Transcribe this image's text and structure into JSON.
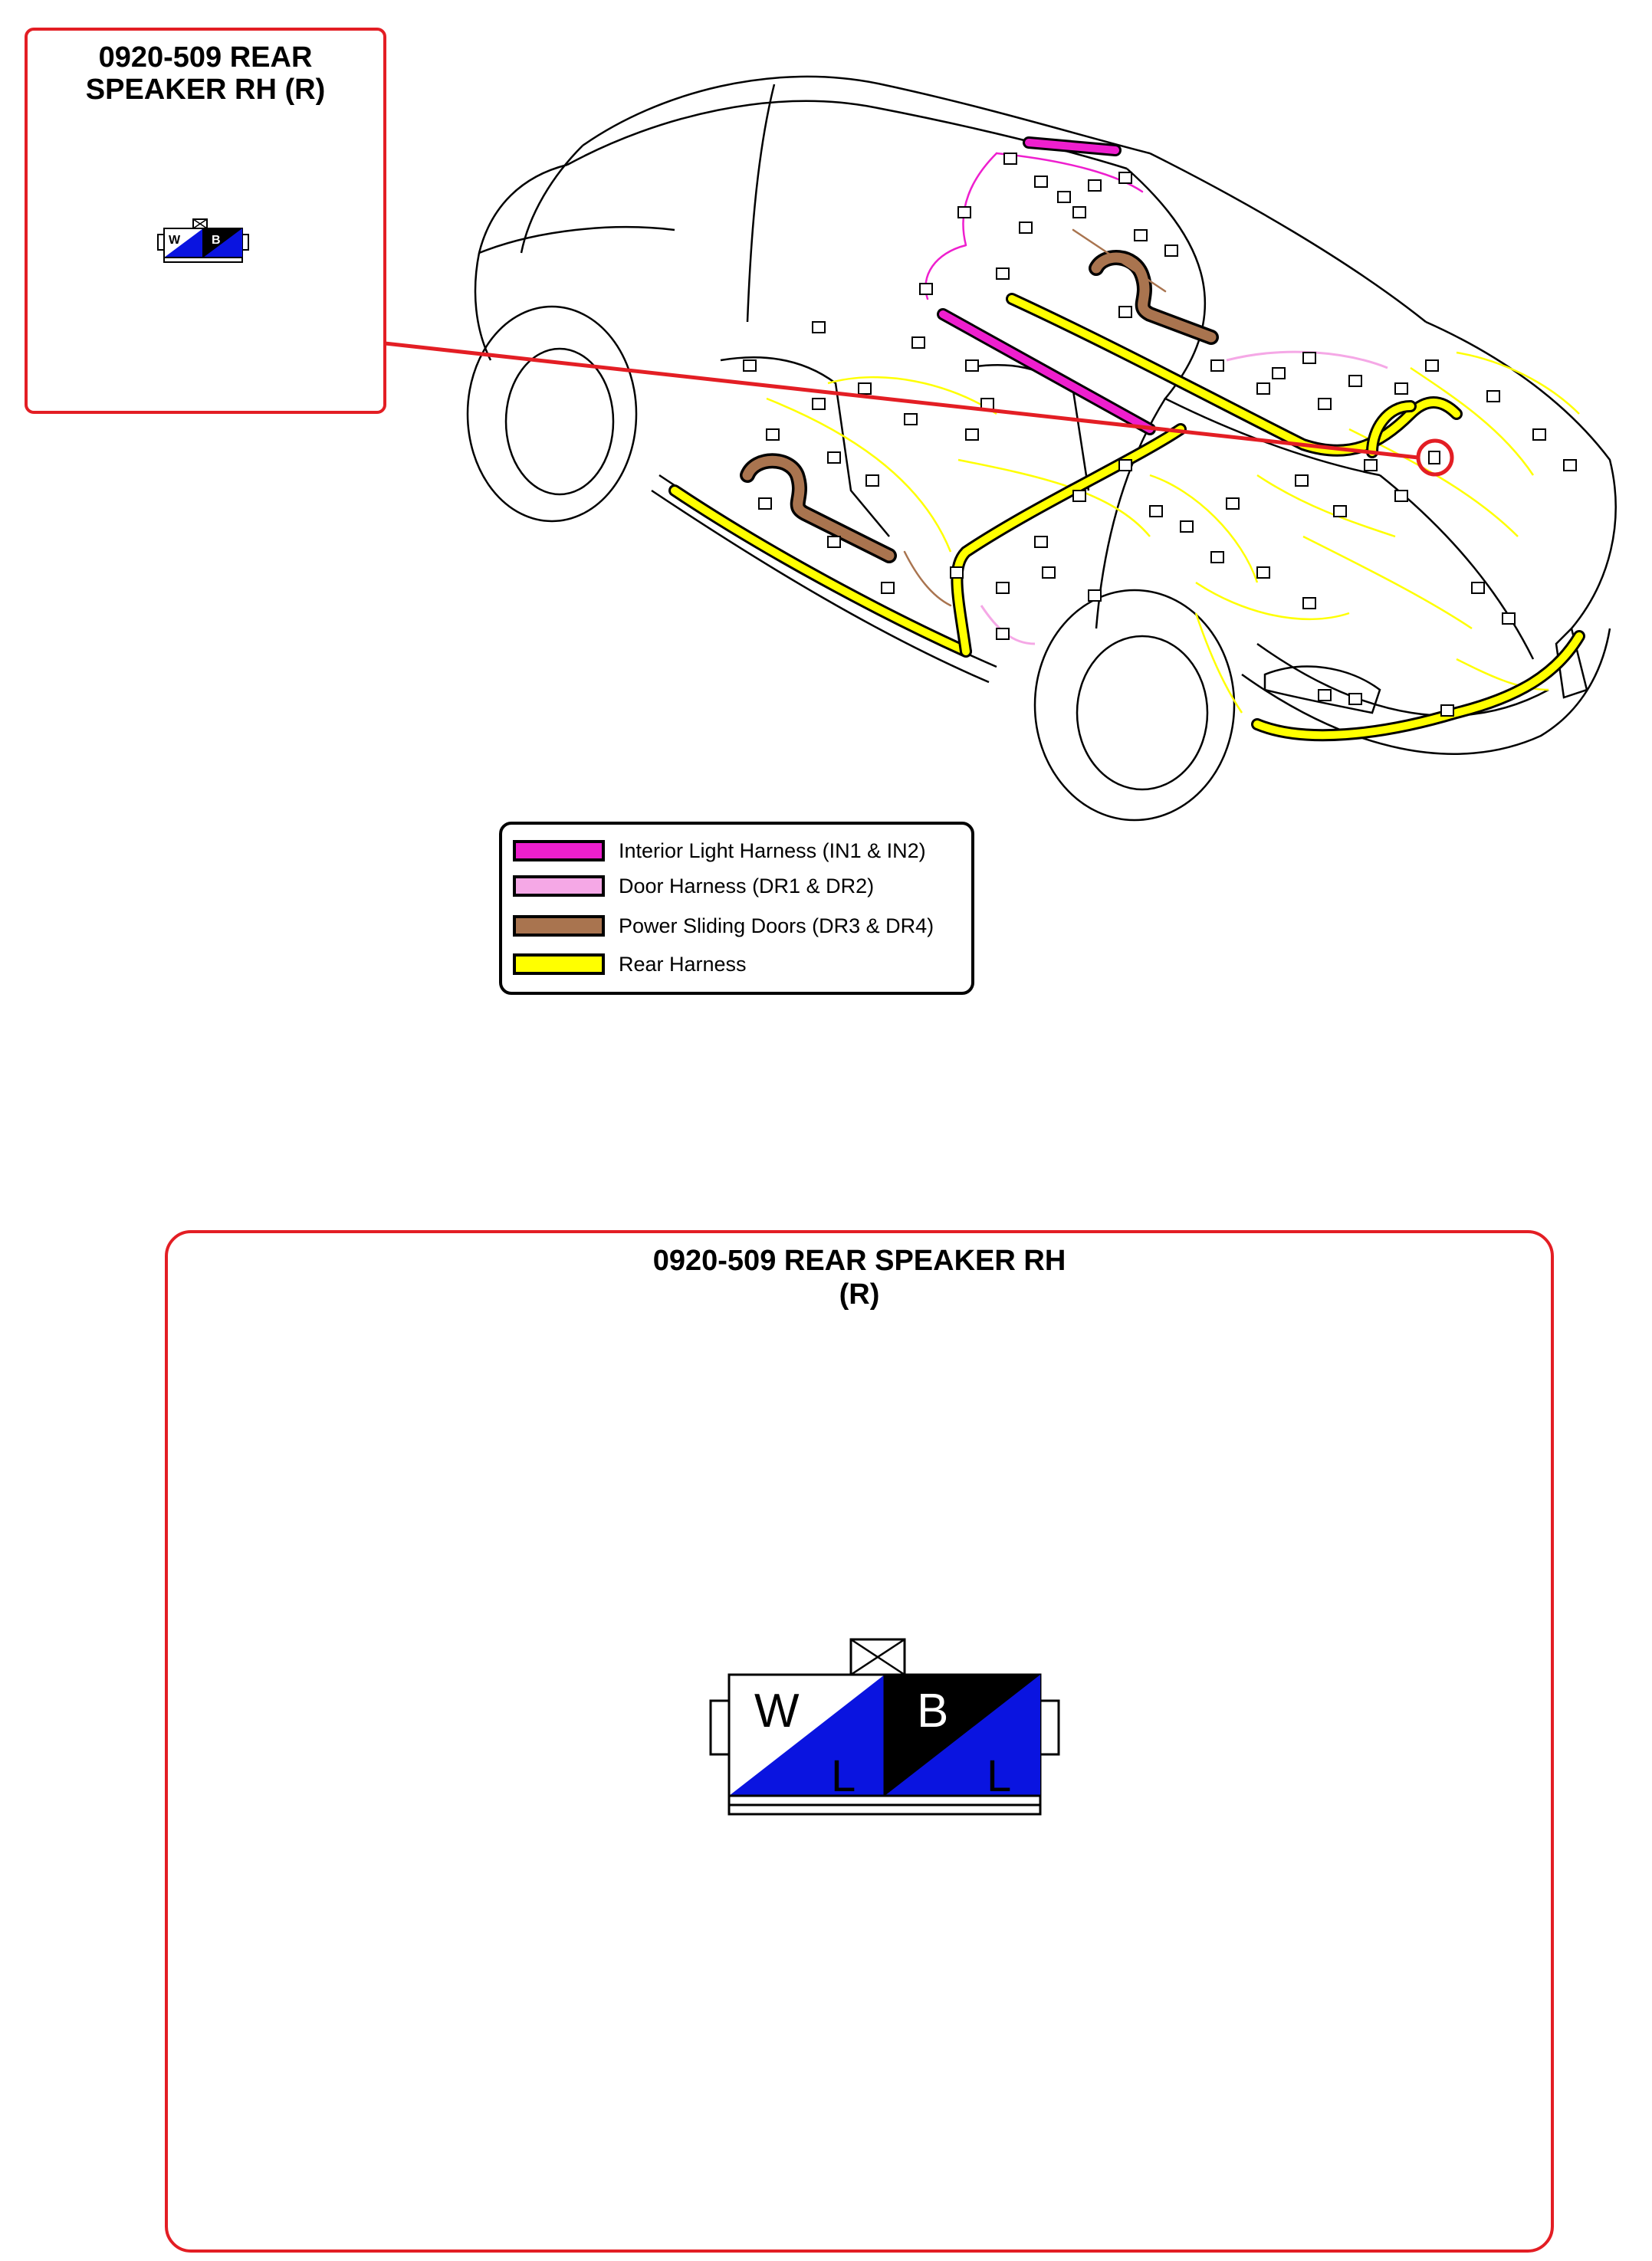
{
  "connector": {
    "id": "0920-509",
    "name": "REAR SPEAKER RH",
    "color_code": "(R)",
    "small_title_line1": "0920-509 REAR",
    "small_title_line2": "SPEAKER RH (R)",
    "big_title_line1": "0920-509 REAR SPEAKER RH",
    "big_title_line2": "(R)",
    "pins": [
      {
        "label": "W",
        "wire": "L",
        "color": "#0a14e0",
        "bg": "#ffffff"
      },
      {
        "label": "B",
        "wire": "L",
        "color": "#0a14e0",
        "bg": "#000000"
      }
    ]
  },
  "legend": [
    {
      "label": "Interior Light Harness (IN1 & IN2)",
      "color": "#ee1fce"
    },
    {
      "label": "Door Harness (DR1 & DR2)",
      "color": "#f5a8e6"
    },
    {
      "label": "Power Sliding Doors (DR3 & DR4)",
      "color": "#a9744f"
    },
    {
      "label": "Rear Harness",
      "color": "#ffff00"
    }
  ],
  "colors": {
    "callout_border": "#e31e24",
    "leader_line": "#e31e24",
    "harness_outline": "#000000"
  }
}
